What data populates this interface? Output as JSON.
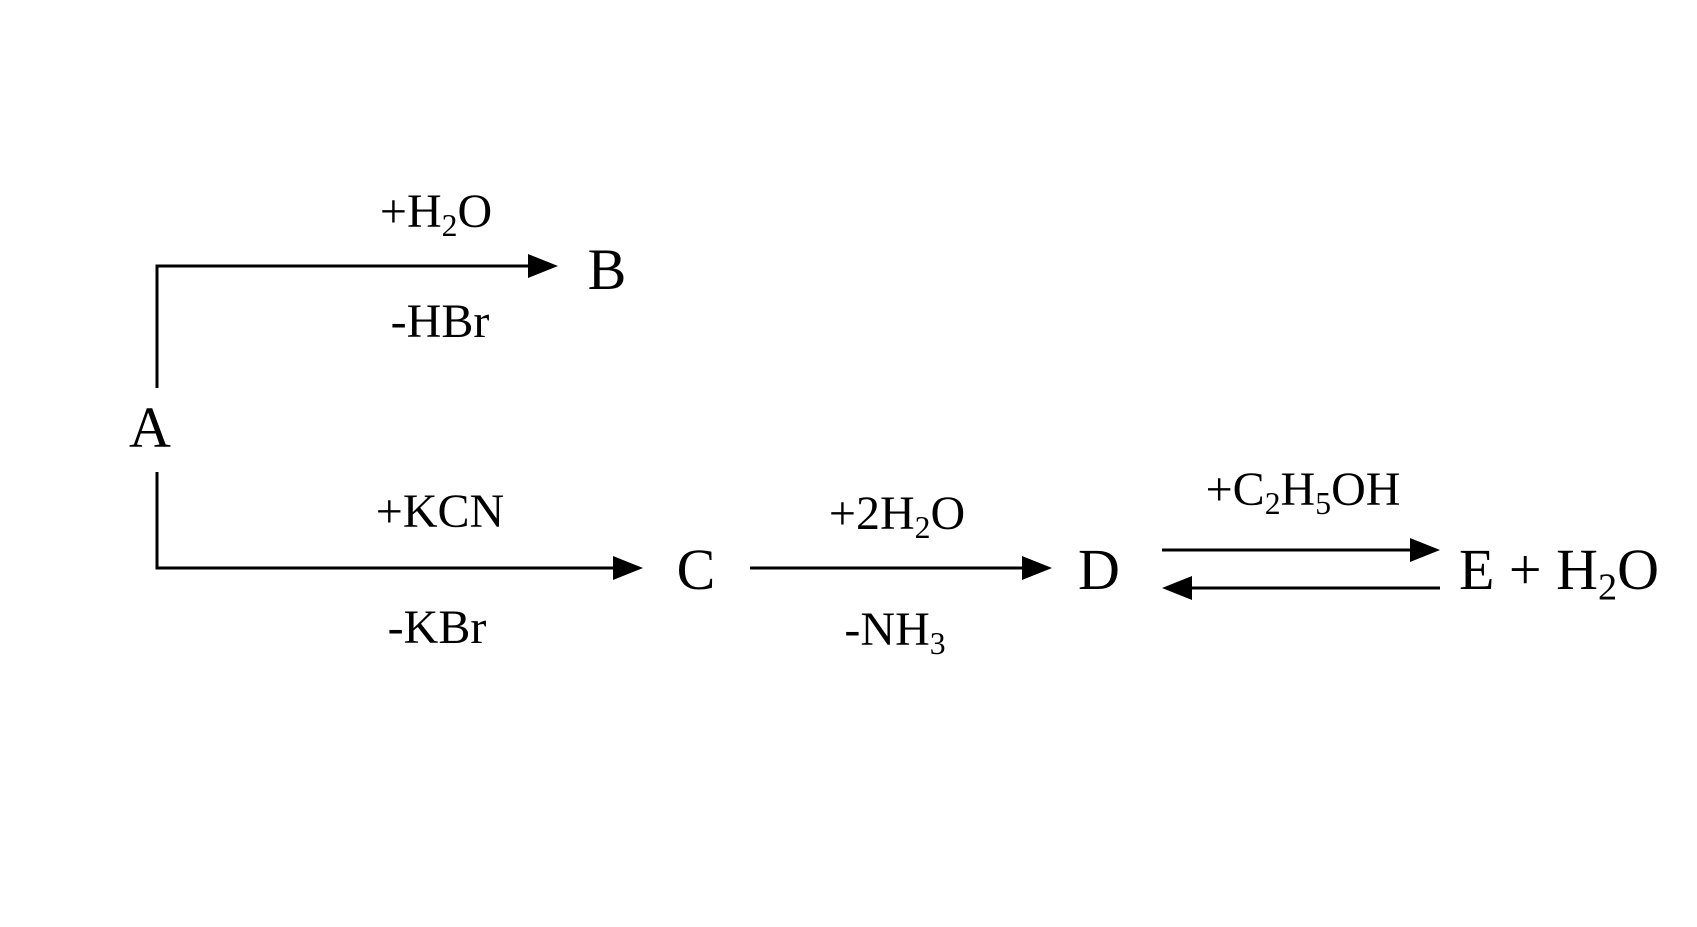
{
  "species": {
    "a": "A",
    "b": "B",
    "c": "C",
    "d": "D",
    "e": "E",
    "e_plus": "+",
    "h2o_h": "H",
    "h2o_sub": "2",
    "h2o_o": "O"
  },
  "reagents": {
    "ab_above_prefix": "+H",
    "ab_above_sub": "2",
    "ab_above_suffix": "O",
    "ab_below": "-HBr",
    "ac_above": "+KCN",
    "ac_below": "-KBr",
    "cd_above_prefix": "+2H",
    "cd_above_sub": "2",
    "cd_above_suffix": "O",
    "cd_below_prefix": "-NH",
    "cd_below_sub": "3",
    "de_above_prefix": "+C",
    "de_above_sub1": "2",
    "de_above_mid": "H",
    "de_above_sub2": "5",
    "de_above_suffix": "OH"
  }
}
